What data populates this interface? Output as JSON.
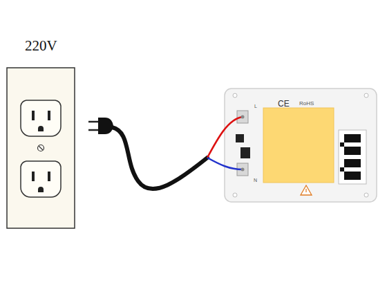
{
  "diagram": {
    "nodes": [
      {
        "text": [
          "220V"
        ]
      },
      {
        "text": [
          "CE",
          "RoHS",
          "L",
          "N"
        ]
      }
    ]
  }
}
